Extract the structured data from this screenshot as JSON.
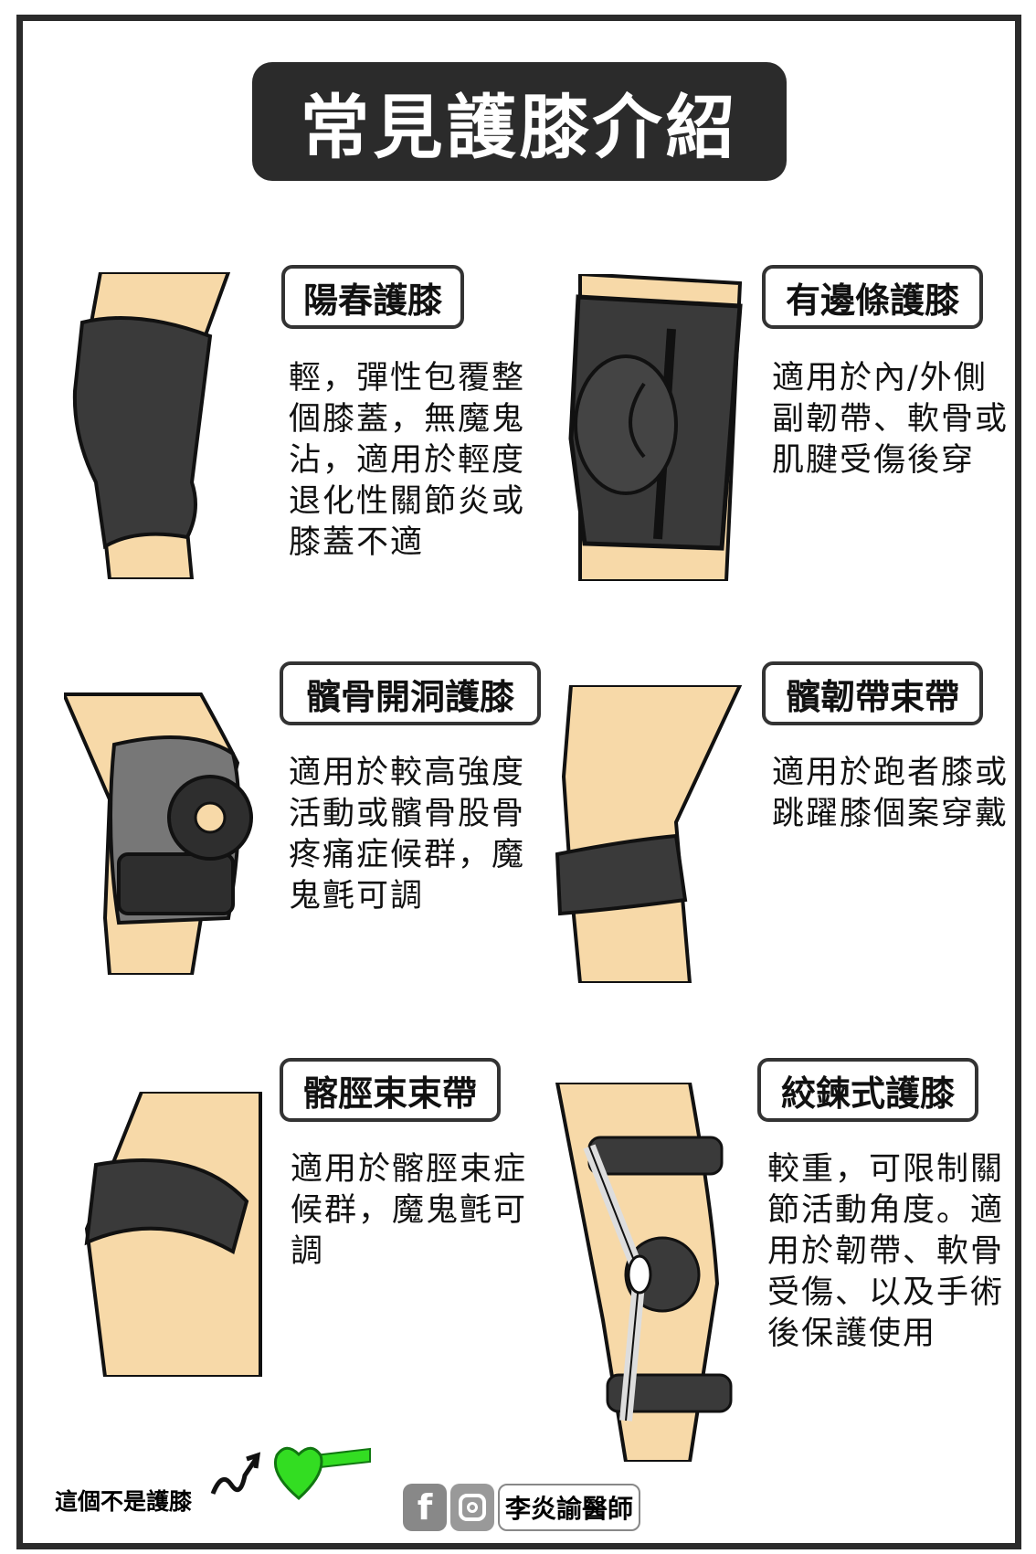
{
  "title": "常見護膝介紹",
  "braces": [
    {
      "name": "陽春護膝",
      "desc": "輕，彈性包覆整個膝蓋，無魔鬼沾，適用於輕度退化性關節炎或膝蓋不適"
    },
    {
      "name": "有邊條護膝",
      "desc": "適用於內/外側副韌帶、軟骨或肌腱受傷後穿"
    },
    {
      "name": "髕骨開洞護膝",
      "desc": "適用於較高強度活動或髕骨股骨疼痛症候群，魔鬼氈可調"
    },
    {
      "name": "髕韌帶束帶",
      "desc": "適用於跑者膝或跳躍膝個案穿戴"
    },
    {
      "name": "髂脛束束帶",
      "desc": "適用於髂脛束症候群，魔鬼氈可調"
    },
    {
      "name": "絞鍊式護膝",
      "desc": "較重，可限制關節活動角度。適用於韌帶、軟骨受傷、以及手術後保護使用"
    }
  ],
  "footer": {
    "note": "這個不是護膝",
    "author": "李炎諭醫師",
    "fb": "f"
  },
  "colors": {
    "skin": "#f7d9a8",
    "brace": "#3a3a3a",
    "dark": "#2b2b2b",
    "green": "#33dd22"
  }
}
